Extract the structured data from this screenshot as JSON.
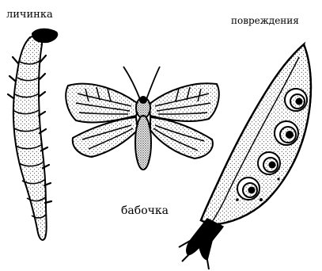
{
  "labels": {
    "larva": "личинка",
    "moth": "бабочка",
    "damage": "повреждения"
  },
  "figures": {
    "larva_icon": "larva-icon",
    "moth_icon": "moth-icon",
    "damaged_pod_icon": "damaged-pea-pod-icon"
  },
  "colors": {
    "ink": "#000000",
    "paper": "#ffffff"
  }
}
